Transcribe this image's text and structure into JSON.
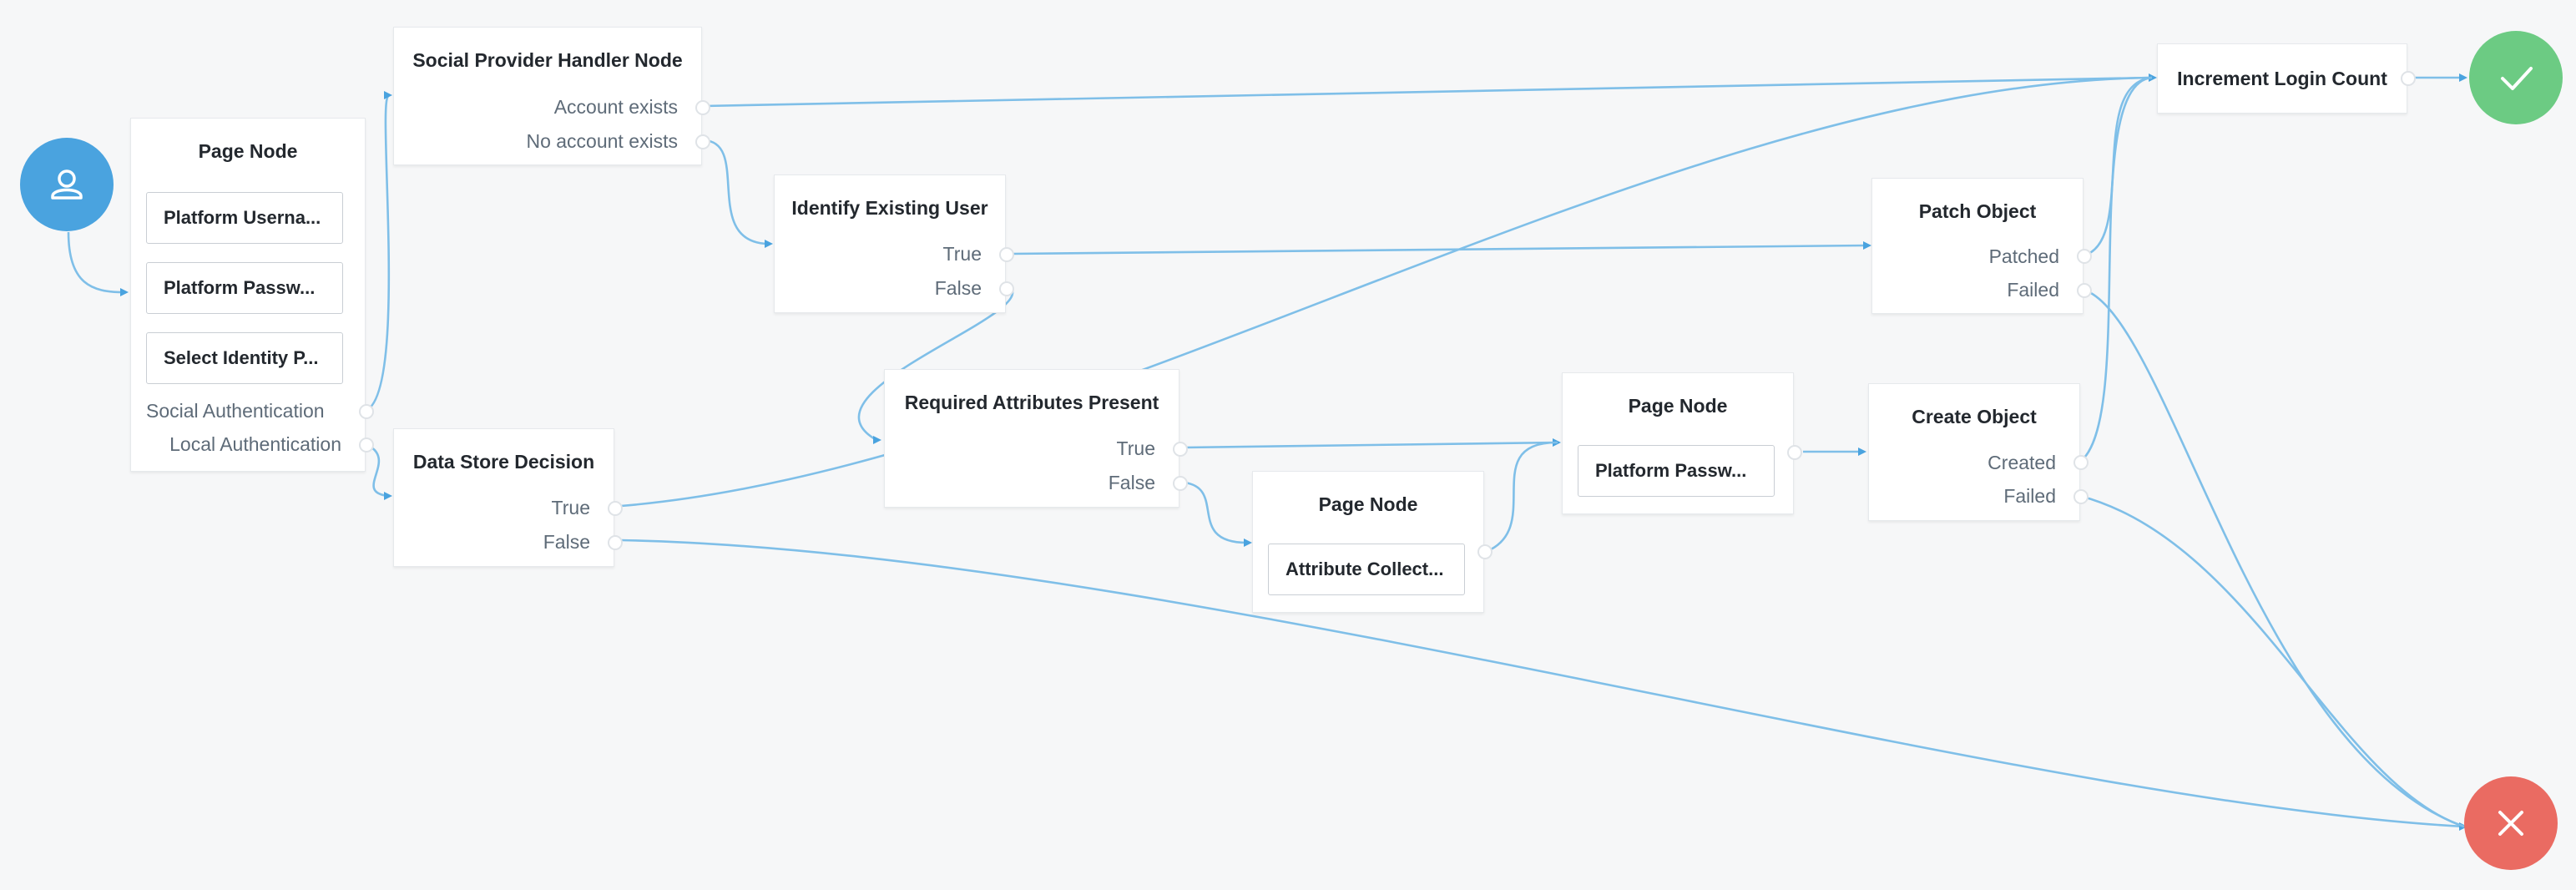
{
  "colors": {
    "background": "#f6f7f8",
    "connector": "#7fbfe8",
    "start_node": "#4aa3df",
    "success_node": "#6ccb83",
    "failure_node": "#ea6b62"
  },
  "icons": {
    "start": "user-icon",
    "success": "checkmark-icon",
    "failure": "x-icon"
  },
  "nodes": {
    "page_node_1": {
      "title": "Page Node",
      "children": [
        "Platform Userna...",
        "Platform Passw...",
        "Select Identity P..."
      ],
      "outcomes": [
        "Social Authentication",
        "Local Authentication"
      ]
    },
    "social_provider": {
      "title": "Social Provider Handler Node",
      "outcomes": [
        "Account exists",
        "No account exists"
      ]
    },
    "data_store": {
      "title": "Data Store Decision",
      "outcomes": [
        "True",
        "False"
      ]
    },
    "identify_user": {
      "title": "Identify Existing User",
      "outcomes": [
        "True",
        "False"
      ]
    },
    "required_attrs": {
      "title": "Required Attributes Present",
      "outcomes": [
        "True",
        "False"
      ]
    },
    "page_node_2": {
      "title": "Page Node",
      "children": [
        "Attribute Collect..."
      ]
    },
    "page_node_3": {
      "title": "Page Node",
      "children": [
        "Platform Passw..."
      ]
    },
    "patch_object": {
      "title": "Patch Object",
      "outcomes": [
        "Patched",
        "Failed"
      ]
    },
    "create_object": {
      "title": "Create Object",
      "outcomes": [
        "Created",
        "Failed"
      ]
    },
    "increment": {
      "title": "Increment Login Count"
    }
  }
}
